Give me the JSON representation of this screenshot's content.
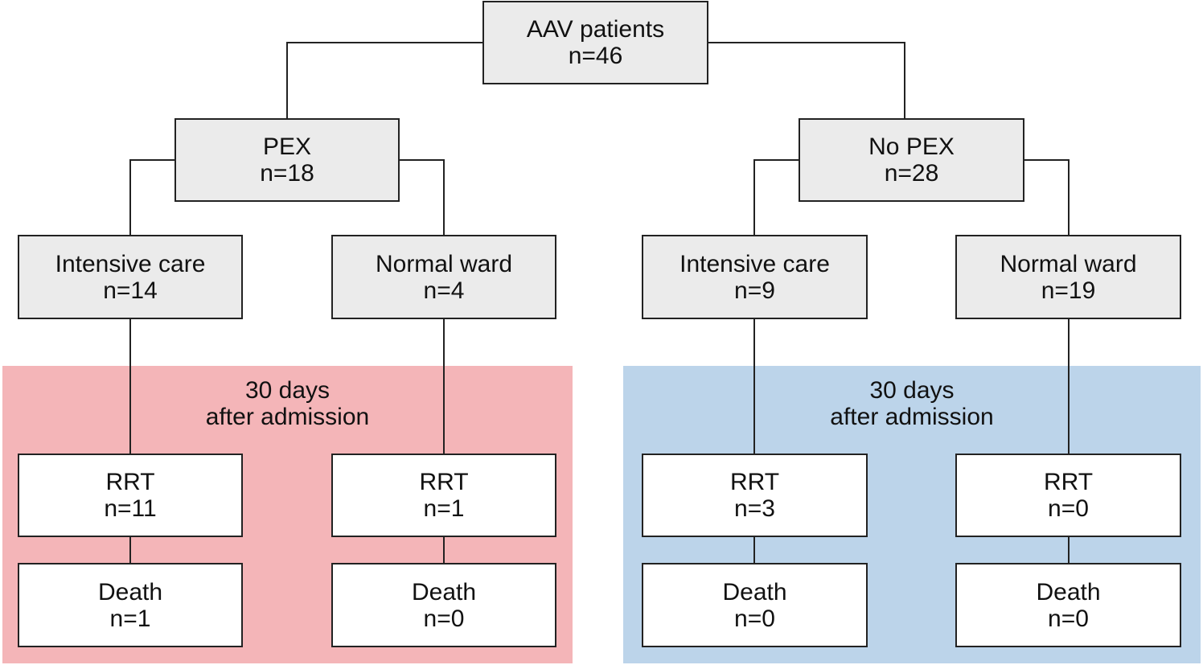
{
  "root": {
    "label": "AAV patients",
    "count": "n=46"
  },
  "groups": [
    {
      "label": "PEX",
      "count": "n=18",
      "region_color": "#f4b5b8",
      "region_label": [
        "30 days",
        "after admission"
      ],
      "branches": [
        {
          "label": "Intensive care",
          "count": "n=14",
          "rrt": {
            "label": "RRT",
            "count": "n=11"
          },
          "death": {
            "label": "Death",
            "count": "n=1"
          }
        },
        {
          "label": "Normal ward",
          "count": "n=4",
          "rrt": {
            "label": "RRT",
            "count": "n=1"
          },
          "death": {
            "label": "Death",
            "count": "n=0"
          }
        }
      ]
    },
    {
      "label": "No PEX",
      "count": "n=28",
      "region_color": "#bcd4ea",
      "region_label": [
        "30 days",
        "after admission"
      ],
      "branches": [
        {
          "label": "Intensive care",
          "count": "n=9",
          "rrt": {
            "label": "RRT",
            "count": "n=3"
          },
          "death": {
            "label": "Death",
            "count": "n=0"
          }
        },
        {
          "label": "Normal ward",
          "count": "n=19",
          "rrt": {
            "label": "RRT",
            "count": "n=0"
          },
          "death": {
            "label": "Death",
            "count": "n=0"
          }
        }
      ]
    }
  ]
}
